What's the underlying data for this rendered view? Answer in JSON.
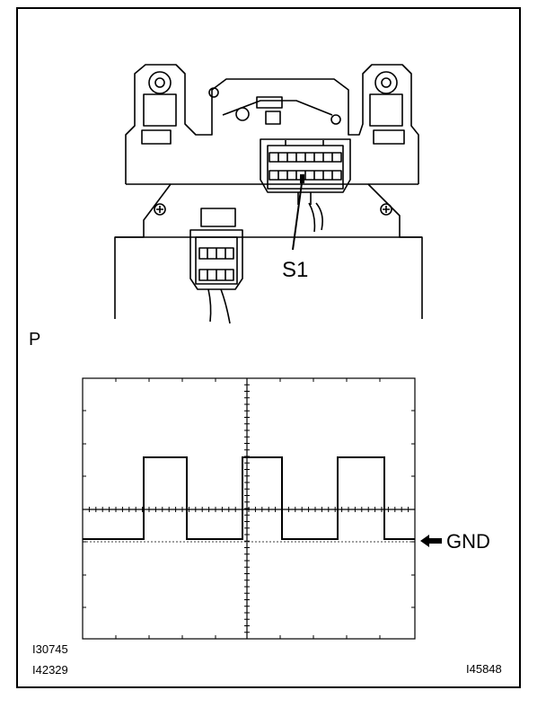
{
  "connector": {
    "pin_label": "S1"
  },
  "scope": {
    "probe_label": "P",
    "ground_label": "GND"
  },
  "figure_ids": {
    "top_left": "I30745",
    "bottom_left": "I42329",
    "bottom_right": "I45848"
  },
  "colors": {
    "line": "#000000",
    "background": "#ffffff"
  }
}
